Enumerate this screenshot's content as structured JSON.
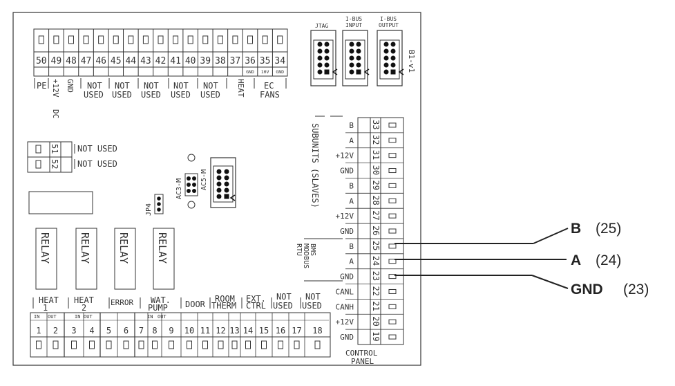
{
  "top_terminals": [
    "50",
    "49",
    "48",
    "47",
    "46",
    "45",
    "44",
    "43",
    "42",
    "41",
    "40",
    "39",
    "38",
    "37",
    "36",
    "35",
    "34"
  ],
  "top_sublabels": {
    "36": "GND",
    "35": "10V",
    "34": "GND"
  },
  "top_groups": {
    "pe": "PE",
    "v12": "+12V",
    "dc": "DC",
    "gnd": "GND",
    "nu1a": "NOT",
    "nu1b": "USED",
    "nu2a": "NOT",
    "nu2b": "USED",
    "nu3a": "NOT",
    "nu3b": "USED",
    "nu4a": "NOT",
    "nu4b": "USED",
    "nu5a": "NOT",
    "nu5b": "USED",
    "heat": "HEAT",
    "eca": "EC",
    "ecb": "FANS"
  },
  "connectors": {
    "jtag": "JTAG",
    "ibus_in_1": "I-BUS",
    "ibus_in_2": "INPUT",
    "ibus_out_1": "I-BUS",
    "ibus_out_2": "OUTPUT",
    "board": "B1-v1"
  },
  "left_terminals": {
    "t51": "51",
    "t52": "52",
    "l51": "NOT USED",
    "l52": "NOT USED"
  },
  "jumpers": {
    "ac3": "AC3-M",
    "ac5": "AC5-M",
    "jp4": "JP4"
  },
  "relays": [
    "RELAY",
    "RELAY",
    "RELAY",
    "RELAY"
  ],
  "right_terminals": [
    {
      "num": "33",
      "sig": "B"
    },
    {
      "num": "32",
      "sig": "A"
    },
    {
      "num": "31",
      "sig": "+12V"
    },
    {
      "num": "30",
      "sig": "GND"
    },
    {
      "num": "29",
      "sig": "B"
    },
    {
      "num": "28",
      "sig": "A"
    },
    {
      "num": "27",
      "sig": "+12V"
    },
    {
      "num": "26",
      "sig": "GND"
    },
    {
      "num": "25",
      "sig": "B"
    },
    {
      "num": "24",
      "sig": "A"
    },
    {
      "num": "23",
      "sig": "GND"
    },
    {
      "num": "22",
      "sig": "CANL"
    },
    {
      "num": "21",
      "sig": "CANH"
    },
    {
      "num": "20",
      "sig": "+12V"
    },
    {
      "num": "19",
      "sig": "GND"
    }
  ],
  "right_groups": {
    "subunits": "SUBUNITS (SLAVES)",
    "bms1": "BMS",
    "bms2": "MODBUS",
    "bms3": "RTU",
    "cp1": "CONTROL",
    "cp2": "PANEL"
  },
  "bottom_terminals": [
    "1",
    "2",
    "3",
    "4",
    "5",
    "6",
    "7",
    "8",
    "9",
    "10",
    "11",
    "12",
    "13",
    "14",
    "15",
    "16",
    "17",
    "18"
  ],
  "bottom_groups": {
    "heat1a": "HEAT",
    "heat1b": "1",
    "heat2a": "HEAT",
    "heat2b": "2",
    "error": "ERROR",
    "watpa": "WAT.",
    "watpb": "PUMP",
    "door": "DOOR",
    "rooma": "ROOM",
    "roomb": "THERM",
    "exta": "EXT.",
    "extb": "CTRL",
    "nu6a": "NOT",
    "nu6b": "USED",
    "nu7a": "NOT",
    "nu7b": "USED",
    "in": "IN",
    "out": "OUT"
  },
  "callouts": [
    {
      "sig": "B",
      "num": "(25)"
    },
    {
      "sig": "A",
      "num": "(24)"
    },
    {
      "sig": "GND",
      "num": "(23)"
    }
  ]
}
